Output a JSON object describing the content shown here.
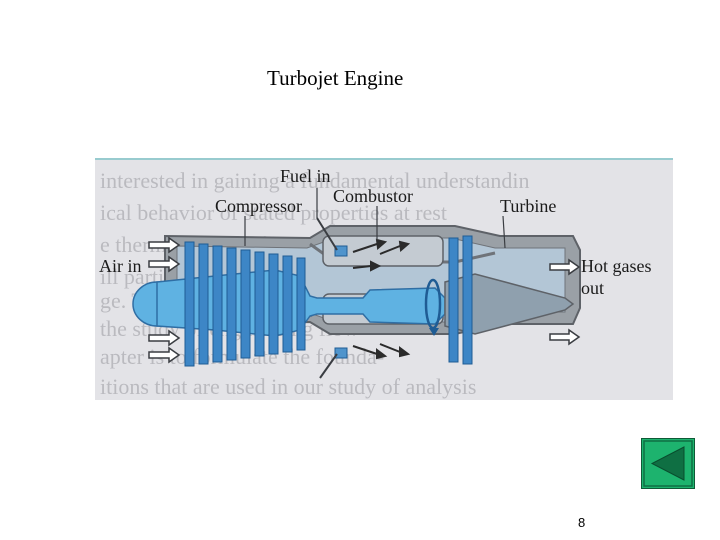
{
  "slide": {
    "title": "Turbojet Engine",
    "page_number": "8"
  },
  "diagram": {
    "labels": {
      "fuel_in": "Fuel in",
      "compressor": "Compressor",
      "combustor": "Combustor",
      "turbine": "Turbine",
      "air_in": "Air in",
      "hot_gases_line1": "Hot gases",
      "hot_gases_line2": "out"
    },
    "colors": {
      "background": "#e2e2e6",
      "casing": "#6f7379",
      "blade": "#3d86c6",
      "shaft": "#5fb2e2",
      "teal_rule": "#7fc3c7"
    }
  },
  "nav": {
    "icon": "back-triangle-icon",
    "color": "#1db36e"
  }
}
